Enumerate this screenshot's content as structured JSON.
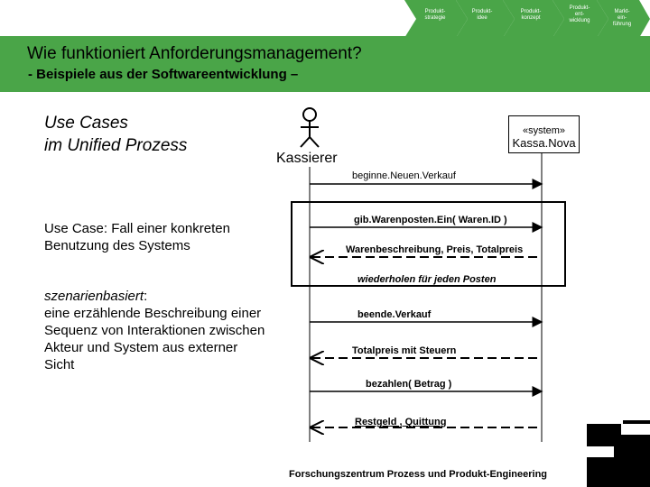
{
  "nav": {
    "items": [
      {
        "label": "Produkt-\nstrategie"
      },
      {
        "label": "Produkt-\nidee"
      },
      {
        "label": "Produkt-\nkonzept"
      },
      {
        "label": "Produkt-\nent-\nwicklung"
      },
      {
        "label": "Markt-\nein-\nführung"
      }
    ]
  },
  "header": {
    "title": "Wie funktioniert Anforderungsmanagement?",
    "subtitle": "- Beispiele aus der Softwareentwicklung –"
  },
  "left": {
    "heading": "Use Cases\nim Unified Prozess",
    "para1_term": "Use Case",
    "para1_rest": ": Fall einer konkreten Benutzung des Systems",
    "para2_term": "szenarienbasiert",
    "para2_rest": ":\neine erzählende Beschreibung einer Sequenz von Interaktionen zwischen Akteur und System aus externer Sicht"
  },
  "diagram": {
    "actor": "Kassierer",
    "system_stereotype": "«system»",
    "system_name": "Kassa.Nova",
    "messages": [
      "beginne.Neuen.Verkauf",
      "gib.Warenposten.Ein( Waren.ID )",
      "Warenbeschreibung, Preis, Totalpreis",
      "wiederholen für jeden Posten",
      "beende.Verkauf",
      "Totalpreis mit Steuern",
      "bezahlen( Betrag )",
      "Restgeld , Quittung"
    ]
  },
  "footer": {
    "text": "Forschungszentrum Prozess und Produkt-Engineering"
  },
  "colors": {
    "nav": "#4aa548",
    "banner": "#4aa548"
  }
}
